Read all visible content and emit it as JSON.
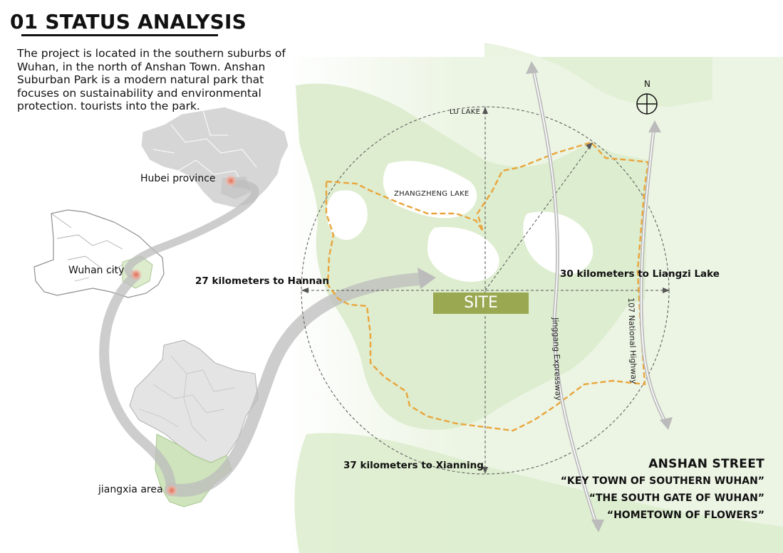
{
  "heading": "01 STATUS ANALYSIS",
  "intro": "The project is located in the southern suburbs of Wuhan, in the north of Anshan Town. Anshan Suburban Park is a modern natural park that focuses on sustainability and environmental protection. tourists into the park.",
  "places": {
    "hubei": "Hubei province",
    "wuhan": "Wuhan city",
    "jiangxia": "jiangxia area"
  },
  "site": "SITE",
  "lakes": {
    "lu": "LU LAKE",
    "zhangzheng": "ZHANGZHENG LAKE"
  },
  "distances": {
    "hannan": "27 kilometers to Hannan",
    "liangzi": "30 kilometers to Liangzi Lake",
    "xianning": "37 kilometers to Xianning"
  },
  "roads": {
    "jinggang": "Jinggang Expressway",
    "highway107": "107 National Highway"
  },
  "compass": {
    "north": "N"
  },
  "slogans": {
    "title": "ANSHAN STREET",
    "line1": "“KEY TOWN OF SOUTHERN WUHAN”",
    "line2": "“THE SOUTH GATE OF WUHAN”",
    "line3": "“HOMETOWN OF FLOWERS”"
  },
  "colors": {
    "green": "#dceccd",
    "site_box": "#9aa851",
    "boundary": "#e9a53c",
    "map_gray": "#d6d6d6",
    "arrow_gray": "#b8b8b8",
    "marker": "#e8826a"
  }
}
